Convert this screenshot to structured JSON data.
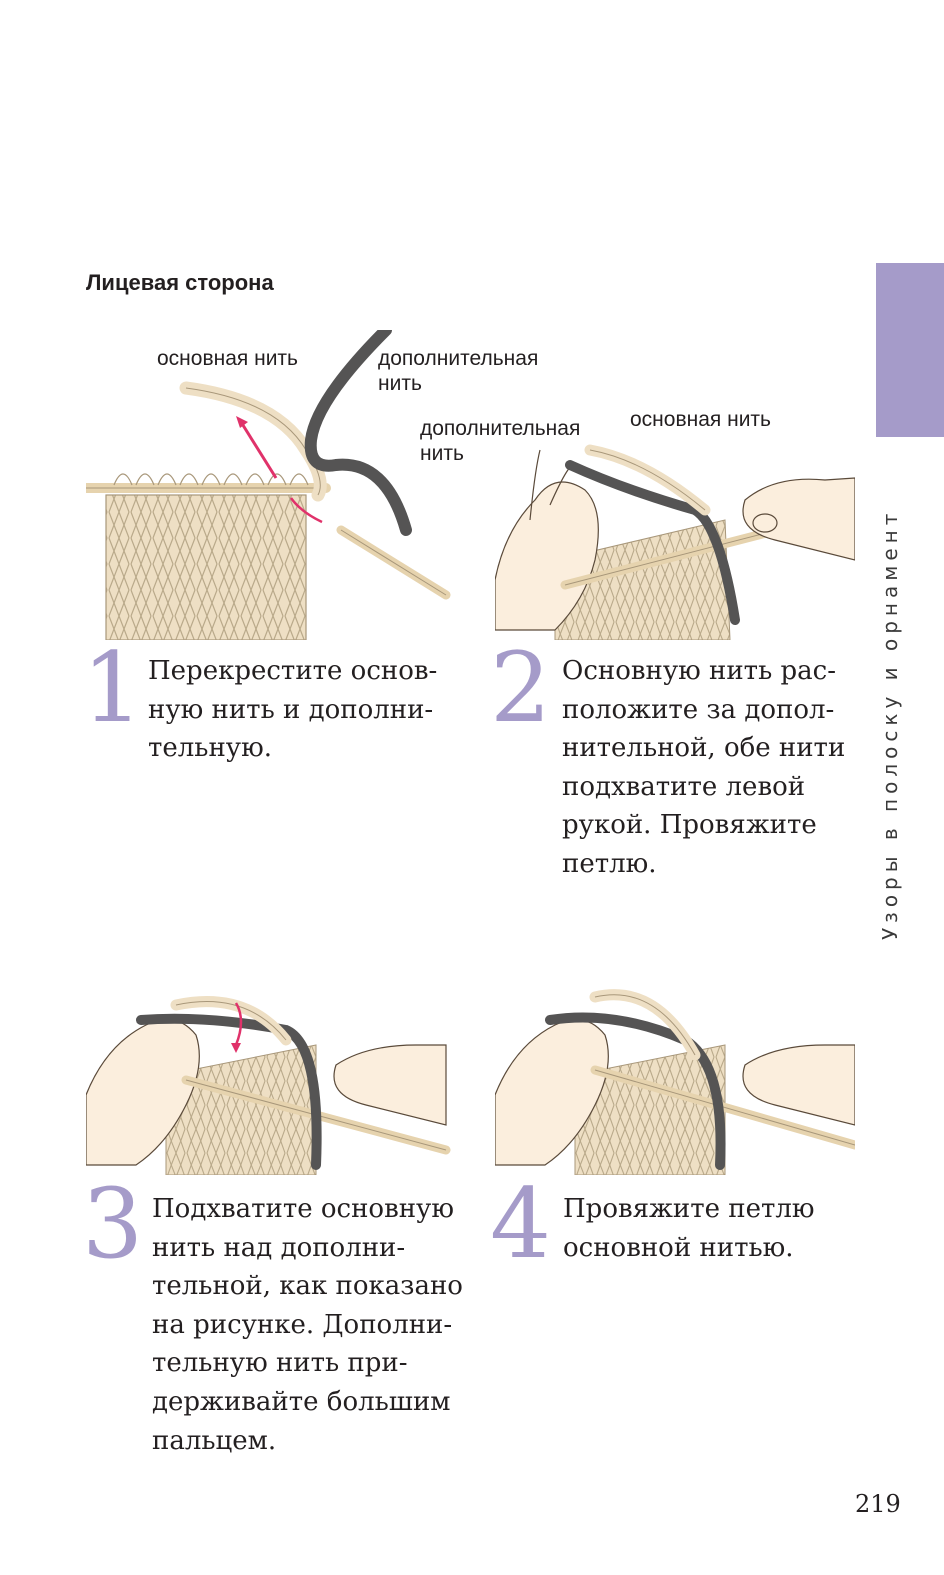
{
  "heading": "Лицевая сторона",
  "side_tab_text": "Узоры в полоску и орнамент",
  "page_number": "219",
  "colors": {
    "accent": "#a59bc9",
    "yarn_main": "#eedfc4",
    "yarn_contrast": "#555454",
    "arrow": "#e0326a",
    "skin": "#fbeedd"
  },
  "illustration1": {
    "label_main": "основная нить",
    "label_extra_line1": "дополнительная",
    "label_extra_line2": "нить"
  },
  "illustration2": {
    "label_extra_line1": "дополнительная",
    "label_extra_line2": "нить",
    "label_main": "основная нить"
  },
  "steps": [
    {
      "number": "1",
      "lines": [
        "Перекрестите основ-",
        "ную нить и дополни-",
        "тельную."
      ]
    },
    {
      "number": "2",
      "lines": [
        "Основную нить рас-",
        "положите за допол-",
        "нительной, обе нити",
        "подхватите левой",
        "рукой. Провяжите",
        "петлю."
      ]
    },
    {
      "number": "3",
      "lines": [
        "Подхватите основную",
        "нить над дополни-",
        "тельной, как показано",
        "на рисунке. Дополни-",
        "тельную нить при-",
        "держивайте большим",
        "пальцем."
      ]
    },
    {
      "number": "4",
      "lines": [
        "Провяжите петлю",
        "основной нитью."
      ]
    }
  ]
}
